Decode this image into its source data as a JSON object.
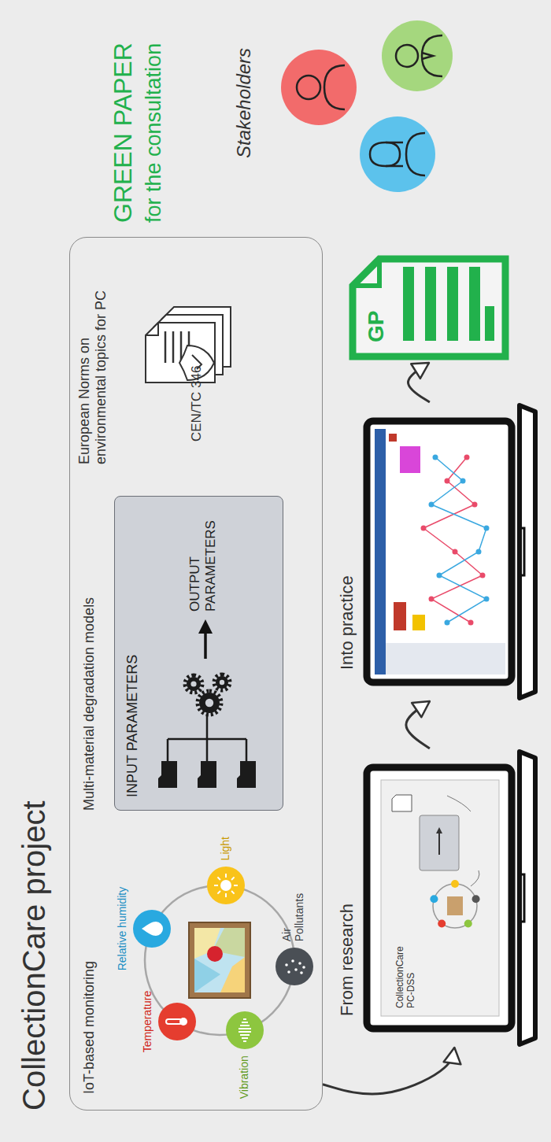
{
  "diagram": {
    "title": "CollectionCare project",
    "nodes": [
      {
        "text": [
          "IoT-based monitoring",
          "Multi-material degradation models",
          "European Norms on environmental topics for PC"
        ]
      },
      {
        "text": [
          "INPUT PARAMETERS",
          "OUTPUT PARAMETERS"
        ],
        "in": 0
      },
      {
        "text": [
          "Temperature"
        ],
        "in": 0
      },
      {
        "text": [
          "Relative humidity"
        ],
        "in": 0
      },
      {
        "text": [
          "Light"
        ],
        "in": 0
      },
      {
        "text": [
          "Air Pollutants"
        ],
        "in": 0
      },
      {
        "text": [
          "Vibration"
        ],
        "in": 0
      },
      {
        "text": [
          "From research",
          "CollectionCare PC-DSS"
        ]
      },
      {
        "text": [
          "Into practice"
        ]
      },
      {
        "text": [
          "GP"
        ]
      }
    ],
    "edges": [
      {
        "from": 0,
        "to": 7,
        "arrow": "to"
      },
      {
        "from": 7,
        "to": 8,
        "arrow": "to"
      },
      {
        "from": 8,
        "to": 9,
        "arrow": "to"
      }
    ],
    "labels": [
      "CEN/TC 346",
      "GREEN PAPER",
      "for the consultation",
      "Stakeholders"
    ]
  }
}
